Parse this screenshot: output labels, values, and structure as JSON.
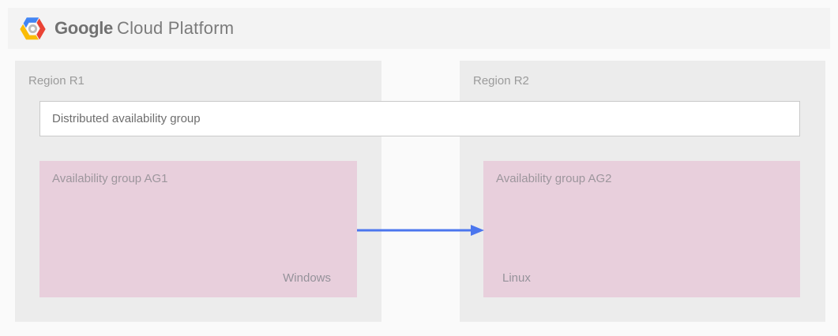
{
  "header": {
    "logo_icon": "google-cloud-platform-hexagon-logo",
    "brand": {
      "google": "Google",
      "cloud_platform": "Cloud Platform"
    }
  },
  "diagram": {
    "regions": [
      {
        "label": "Region R1"
      },
      {
        "label": "Region R2"
      }
    ],
    "distributed_group": {
      "label": "Distributed availability group"
    },
    "availability_groups": [
      {
        "label": "Availability group AG1",
        "os": "Windows"
      },
      {
        "label": "Availability group AG2",
        "os": "Linux"
      }
    ],
    "arrow": {
      "from": "Availability group AG1",
      "to": "Availability group AG2",
      "color": "#4b76ee"
    }
  },
  "colors": {
    "page_background": "#fafafa",
    "header_band": "#f3f3f3",
    "region_fill": "#ececec",
    "availability_group_fill": "#e8cfdc",
    "distributed_group_border": "#c9c9c9",
    "arrow_blue": "#4b76ee",
    "logo_blue": "#4285f4",
    "logo_red": "#ea4335",
    "logo_yellow": "#fbbc05"
  }
}
